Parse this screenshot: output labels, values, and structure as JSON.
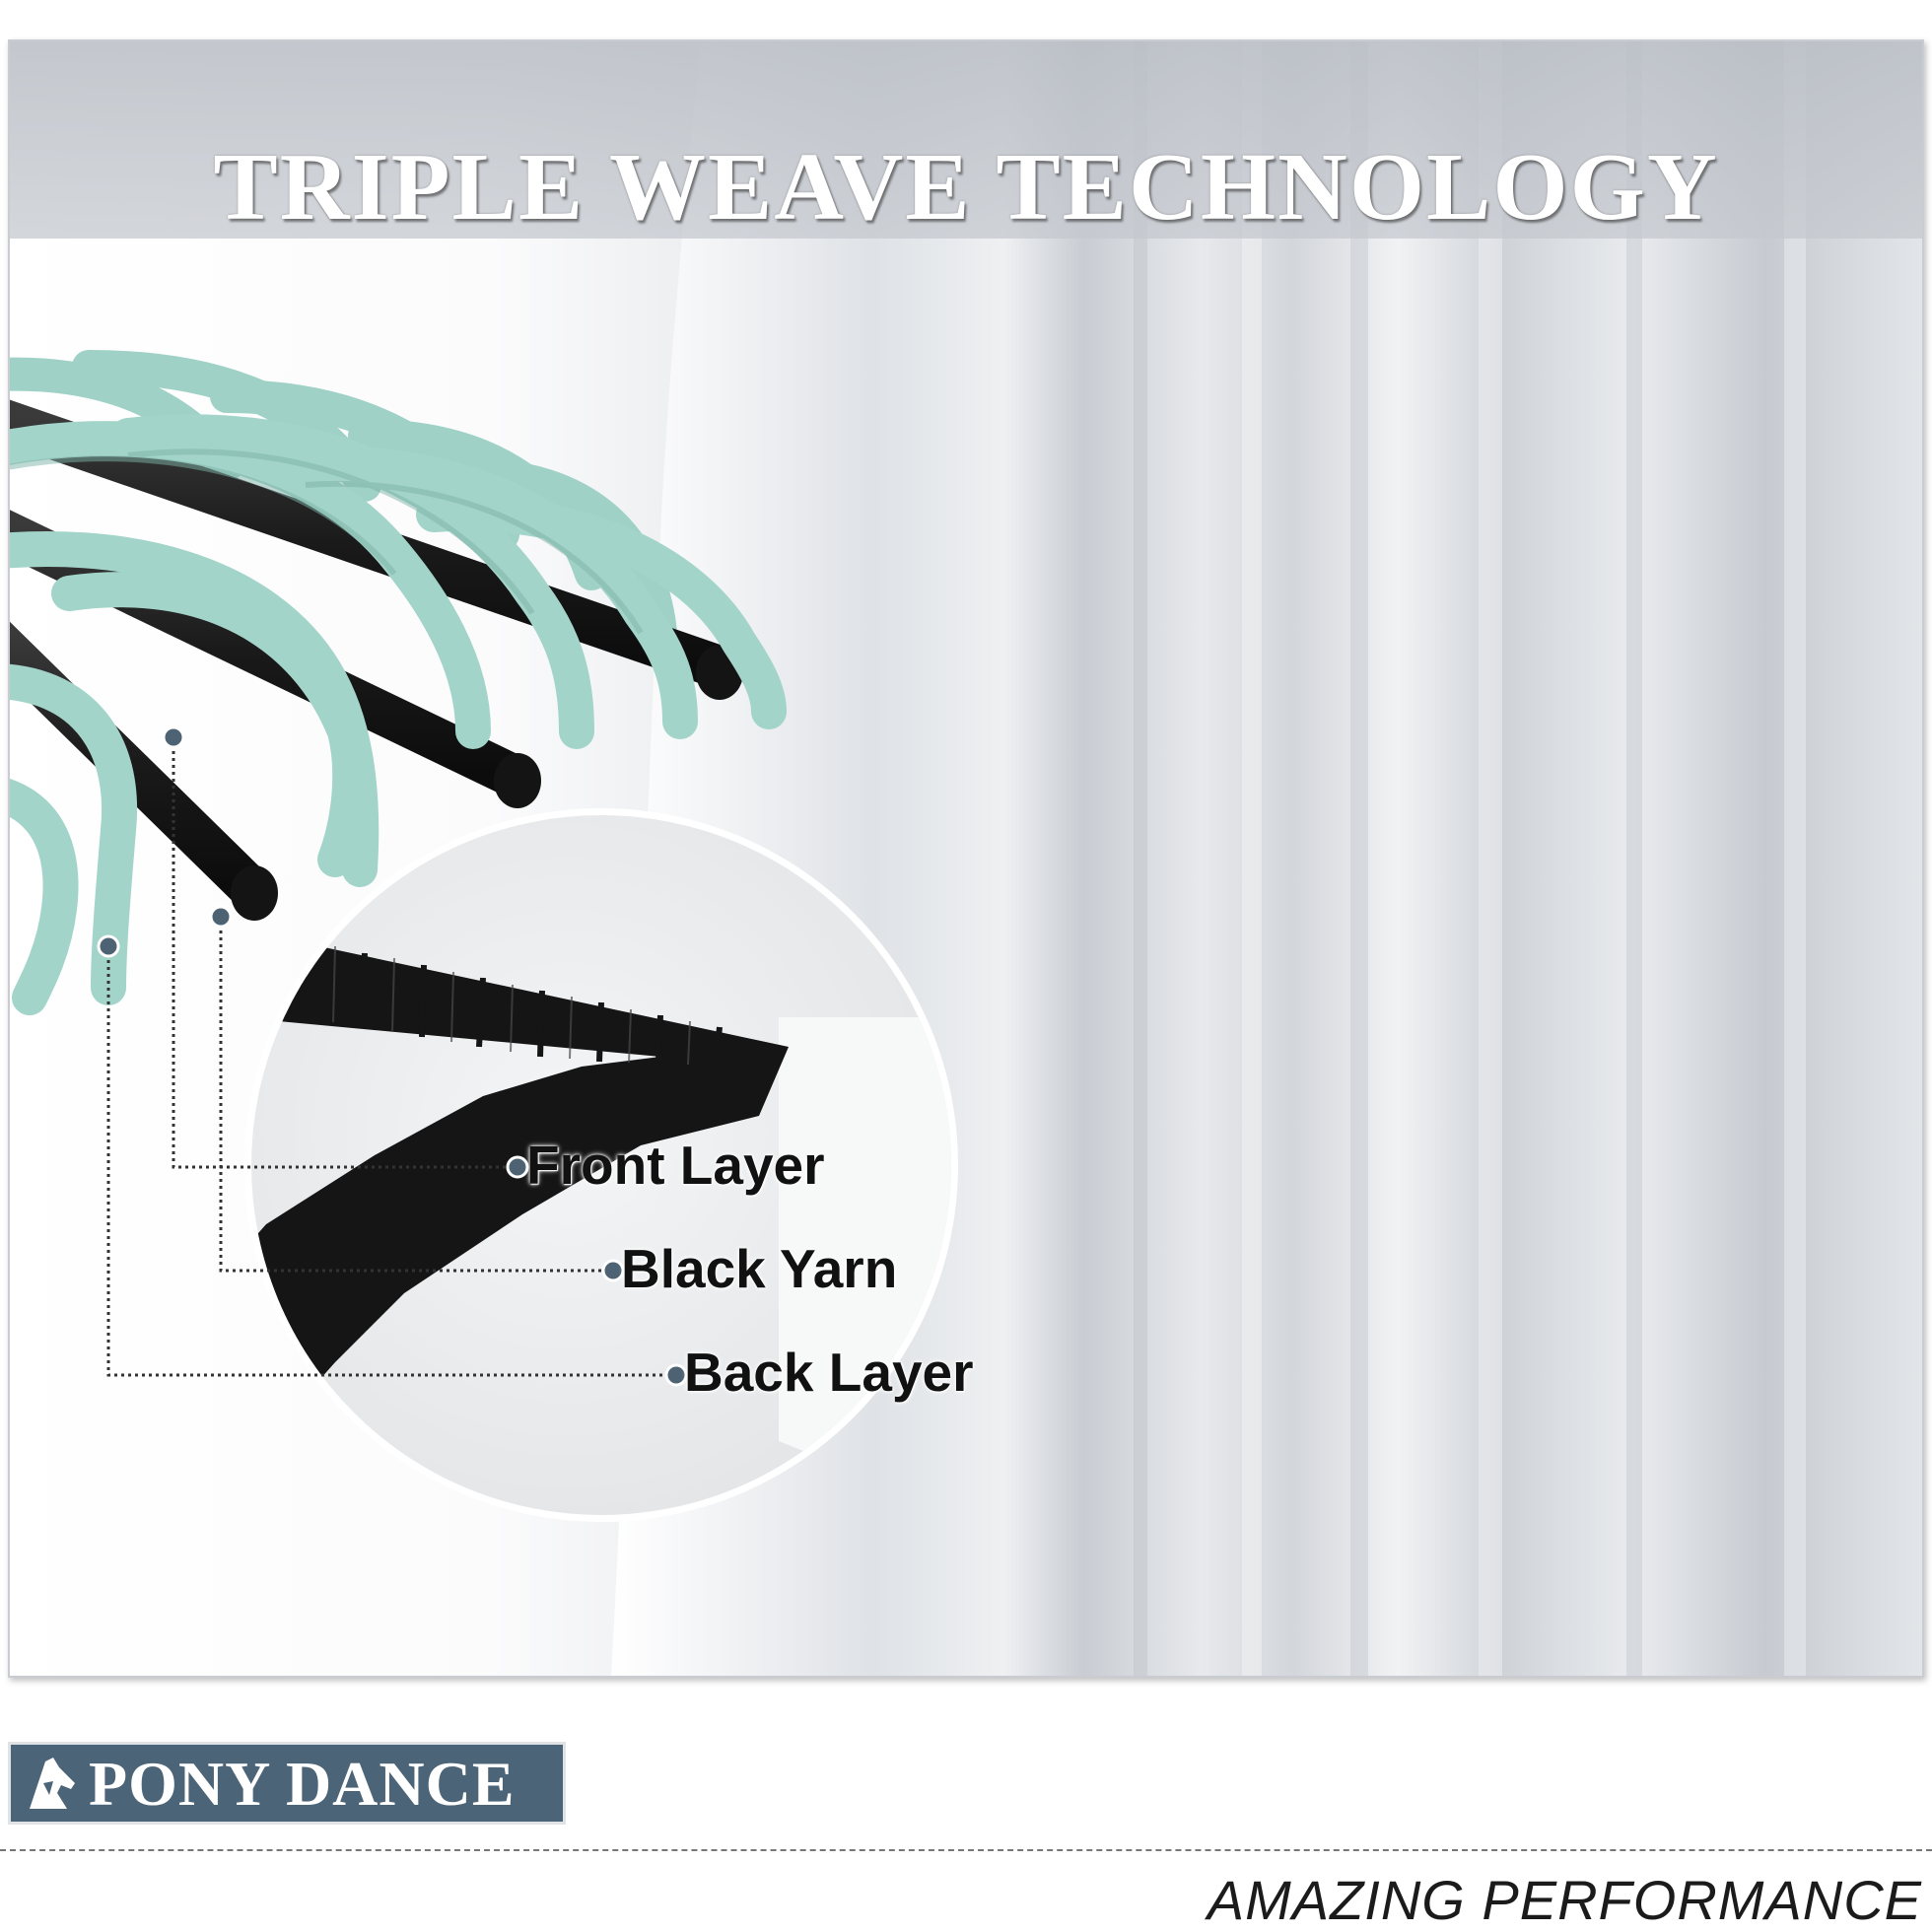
{
  "banner": {
    "title": "TRIPLE WEAVE TECHNOLOGY"
  },
  "callouts": [
    {
      "label": "Front Layer"
    },
    {
      "label": "Black Yarn"
    },
    {
      "label": "Back Layer"
    }
  ],
  "brand": {
    "logo_text": "PONY DANCE",
    "icon": "pony-head-icon",
    "background_color": "#4b6477"
  },
  "footer": {
    "tagline": "AMAZING PERFORMANCE"
  },
  "colors": {
    "yarn_teal": "#9fd1c6",
    "yarn_black": "#1c1c1c",
    "curtain_grey": "#d6dadf",
    "callout_dot": "#4d6373"
  }
}
